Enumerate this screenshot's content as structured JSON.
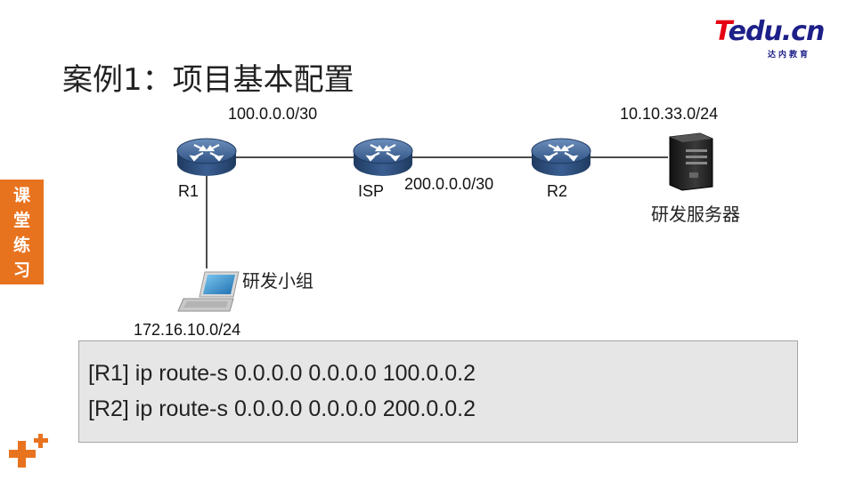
{
  "logo": {
    "brand_t": "T",
    "brand_rest": "edu.cn",
    "sub": "达内教育"
  },
  "title": "案例1：项目基本配置",
  "side_tab": [
    "课",
    "堂",
    "练",
    "习"
  ],
  "diagram": {
    "devices": {
      "r1": "R1",
      "isp": "ISP",
      "r2": "R2",
      "server": "研发服务器",
      "laptop": "研发小组"
    },
    "networks": {
      "r1_isp": "100.0.0.0/30",
      "isp_r2": "200.0.0.0/30",
      "server_lan": "10.10.33.0/24",
      "laptop_lan": "172.16.10.0/24"
    }
  },
  "code_lines": [
    "[R1] ip route-s 0.0.0.0 0.0.0.0 100.0.0.2",
    "[R2] ip route-s 0.0.0.0 0.0.0.0 200.0.0.2"
  ],
  "colors": {
    "router_body": "#2f4f7a",
    "accent_orange": "#e8731f",
    "logo_red": "#e60012",
    "logo_blue": "#1d2088"
  }
}
